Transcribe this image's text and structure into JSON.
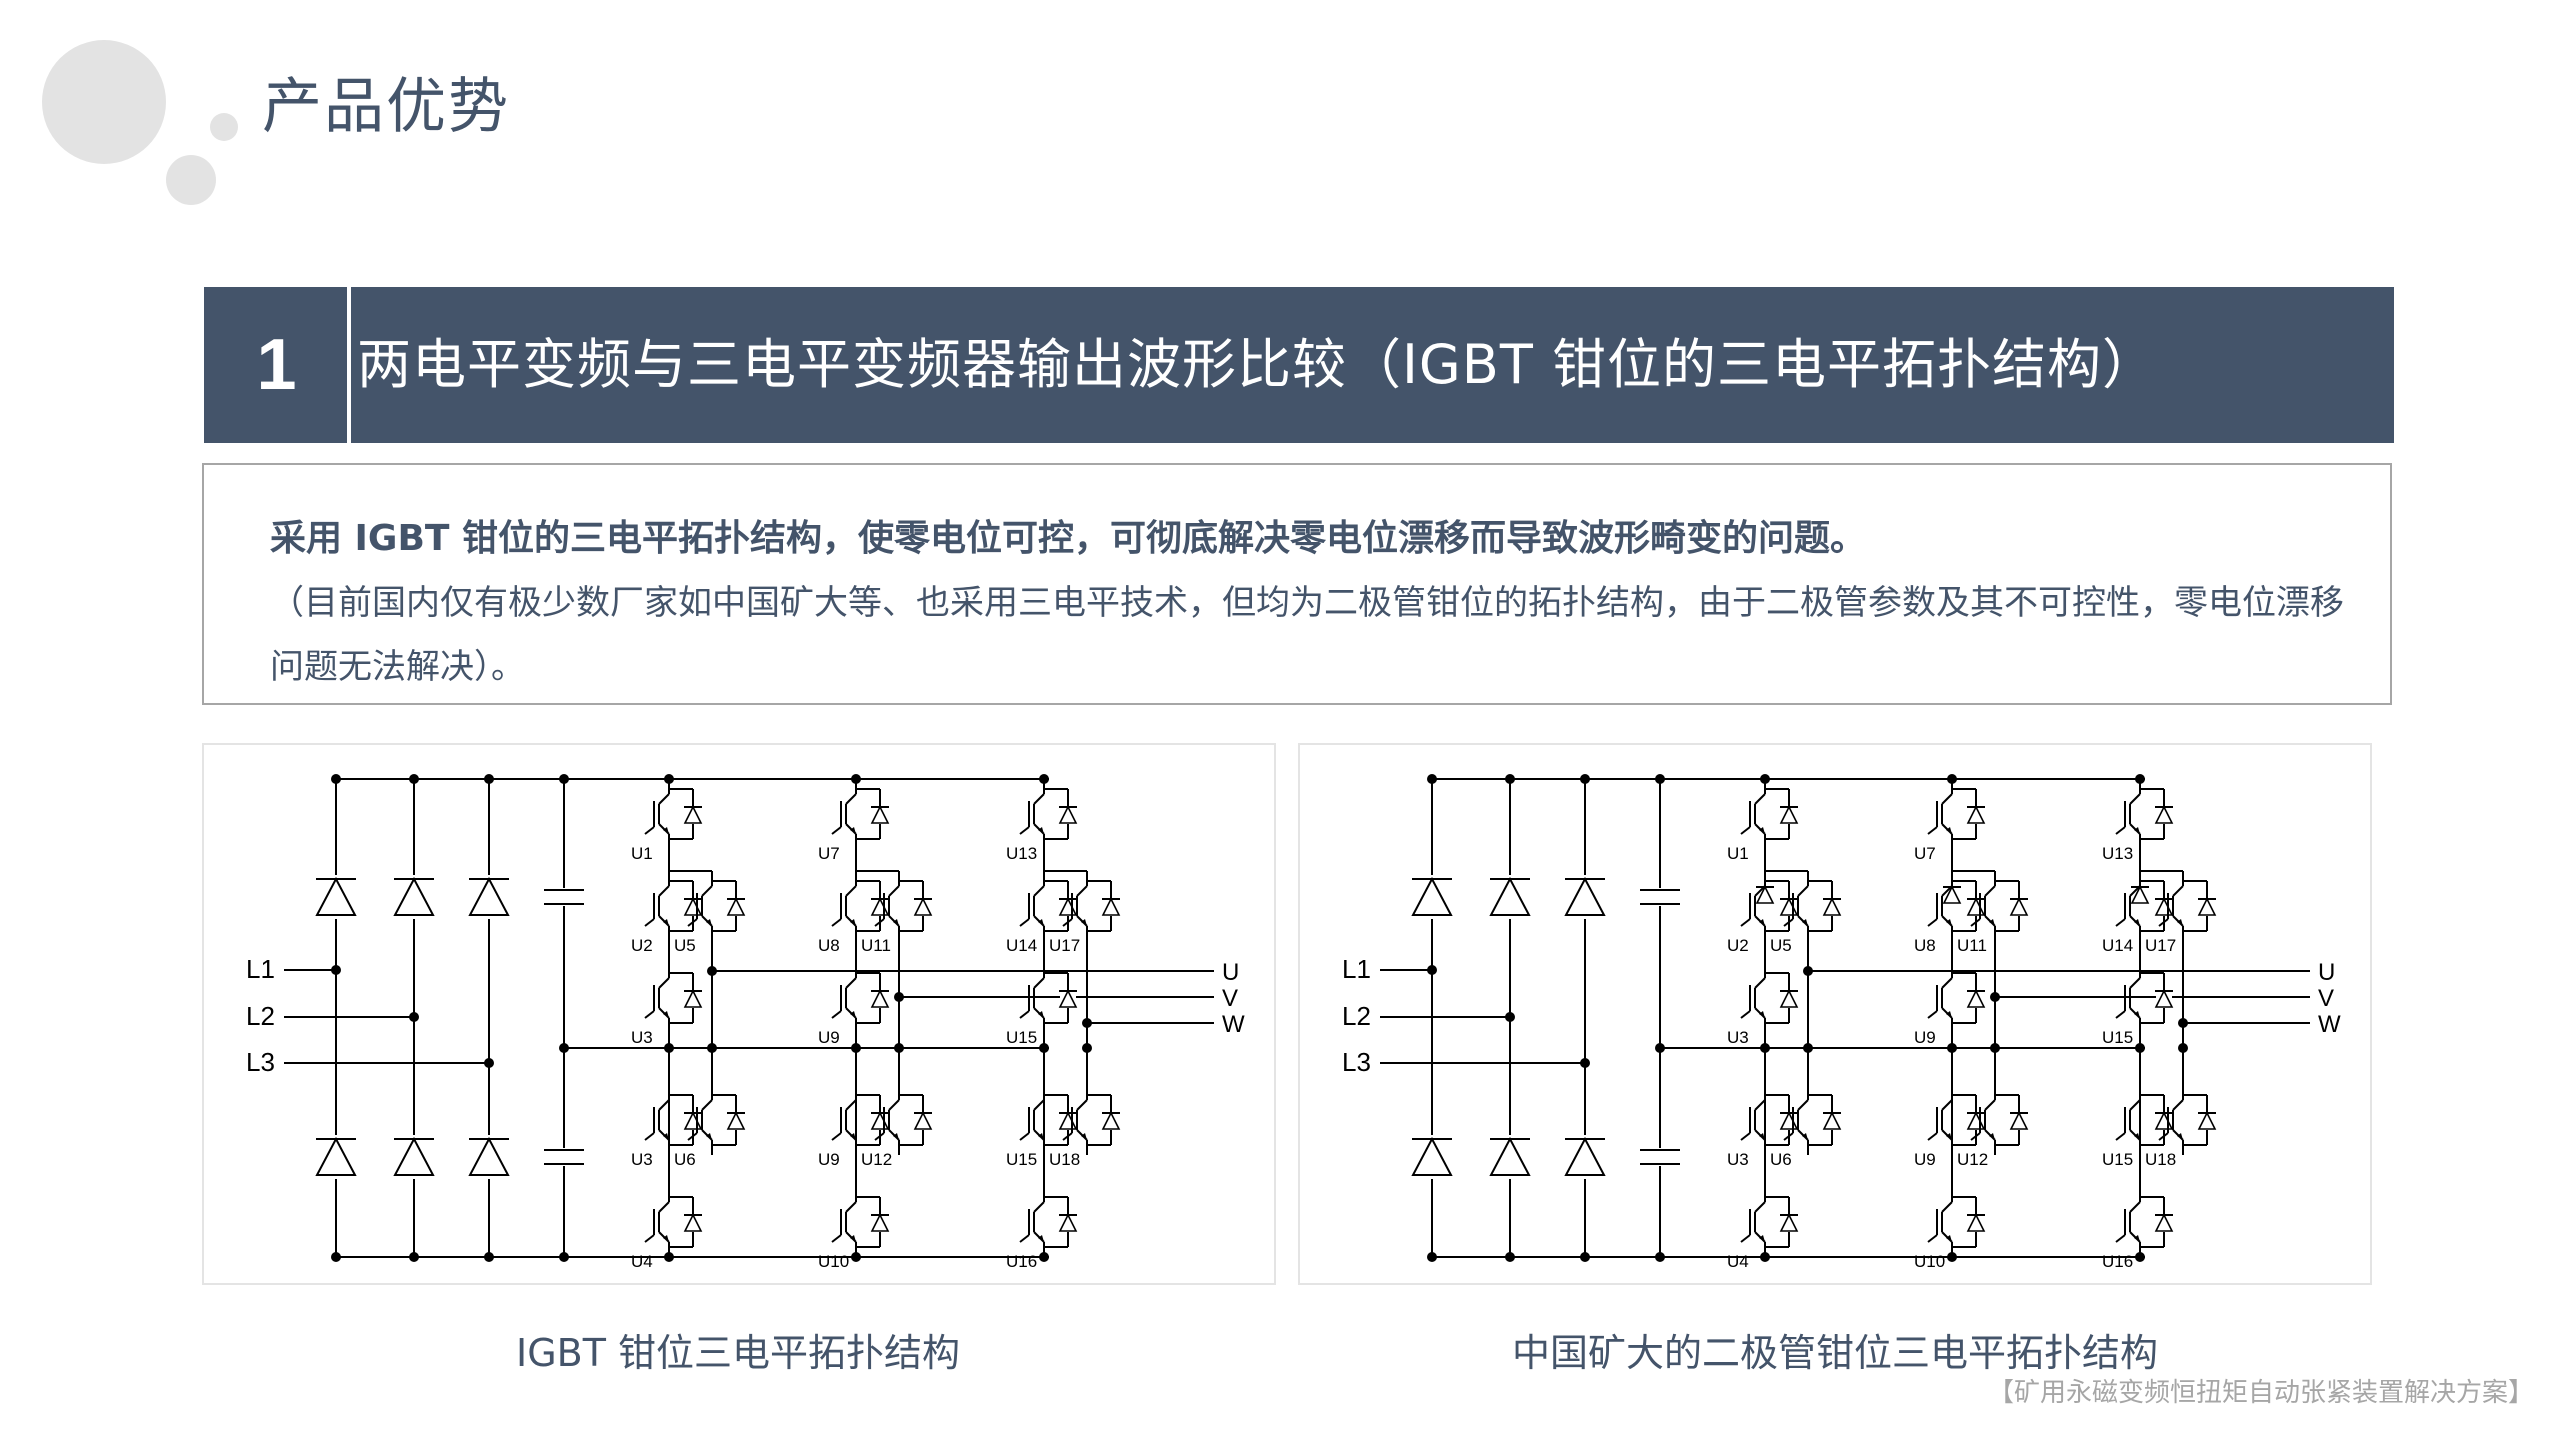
{
  "page_title": "产品优势",
  "section": {
    "number": "1",
    "title": "两电平变频与三电平变频器输出波形比较（IGBT 钳位的三电平拓扑结构）"
  },
  "description": {
    "bold": "采用 IGBT 钳位的三电平拓扑结构，使零电位可控，可彻底解决零电位漂移而导致波形畸变的问题。",
    "note": "（目前国内仅有极少数厂家如中国矿大等、也采用三电平技术，但均为二极管钳位的拓扑结构，由于二极管参数及其不可控性，零电位漂移问题无法解决）。"
  },
  "diagrams": [
    {
      "caption": "IGBT 钳位三电平拓扑结构",
      "inputs": [
        "L1",
        "L2",
        "L3"
      ],
      "outputs": [
        "U",
        "V",
        "W"
      ],
      "switches": [
        "U1",
        "U2",
        "U3",
        "U4",
        "U5",
        "U6",
        "U7",
        "U8",
        "U9",
        "U10",
        "U11",
        "U12",
        "U13",
        "U14",
        "U15",
        "U16",
        "U17",
        "U18"
      ]
    },
    {
      "caption": "中国矿大的二极管钳位三电平拓扑结构",
      "inputs": [
        "L1",
        "L2",
        "L3"
      ],
      "outputs": [
        "U",
        "V",
        "W"
      ],
      "switches": [
        "U1",
        "U2",
        "U3",
        "U4",
        "U5",
        "U6",
        "U7",
        "U8",
        "U9",
        "U10",
        "U11",
        "U12",
        "U13",
        "U14",
        "U15",
        "U16",
        "U17",
        "U18"
      ]
    }
  ],
  "footer": "【矿用永磁变频恒扭矩自动张紧装置解决方案】",
  "colors": {
    "primary": "#44546a",
    "decor": "#e3e3e3",
    "border": "#a6a6a6"
  }
}
